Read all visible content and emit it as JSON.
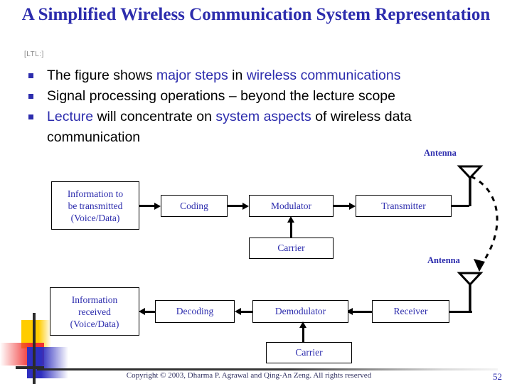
{
  "slide": {
    "title": "A Simplified Wireless Communication System Representation",
    "ltl_marker": "[LTL:]",
    "page_number": "52",
    "copyright": "Copyright © 2003, Dharma P. Agrawal and Qing-An Zeng. All rights reserved",
    "colors": {
      "title": "#2c2cad",
      "accent": "#2c2cad",
      "body_text": "#000000",
      "background": "#ffffff",
      "deco_yellow": "#ffcc00",
      "deco_red": "#f03030",
      "deco_blue": "#2f2fbf"
    }
  },
  "bullets": [
    {
      "marker": "square-bullet",
      "parts": [
        {
          "text": "The figure shows ",
          "highlight": false
        },
        {
          "text": "major steps",
          "highlight": true
        },
        {
          "text": " in ",
          "highlight": false
        },
        {
          "text": "wireless communications",
          "highlight": true
        }
      ]
    },
    {
      "marker": "square-bullet",
      "parts": [
        {
          "text": "Signal processing operations – beyond the lecture scope",
          "highlight": false
        }
      ]
    },
    {
      "marker": "square-bullet",
      "parts": [
        {
          "text": "Lecture",
          "highlight": true
        },
        {
          "text": " will concentrate on ",
          "highlight": false
        },
        {
          "text": "system aspects",
          "highlight": true
        },
        {
          "text": " of wireless data communication",
          "highlight": false
        }
      ]
    }
  ],
  "diagram": {
    "transmit_chain": {
      "source": "Information to be transmitted (Voice/Data)",
      "source_lines": [
        "Information to",
        "be transmitted",
        "(Voice/Data)"
      ],
      "coding": "Coding",
      "modulator": "Modulator",
      "transmitter": "Transmitter",
      "carrier": "Carrier",
      "antenna_label": "Antenna"
    },
    "receive_chain": {
      "sink_lines": [
        "Information",
        "received",
        "(Voice/Data)"
      ],
      "sink": "Information received (Voice/Data)",
      "decoding": "Decoding",
      "demodulator": "Demodulator",
      "receiver": "Receiver",
      "carrier": "Carrier",
      "antenna_label": "Antenna"
    }
  }
}
